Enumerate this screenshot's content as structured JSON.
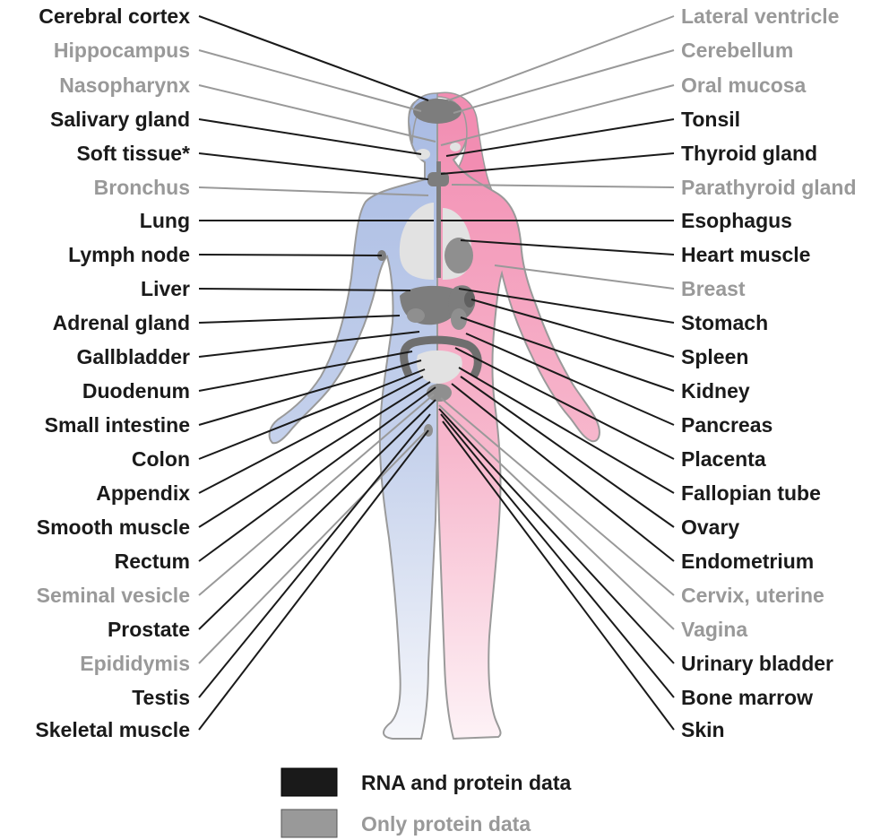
{
  "colors": {
    "rna_and_protein": "#1a1a1a",
    "only_protein": "#999999",
    "male_body": "#b8c6e6",
    "female_body": "#f3a9c2",
    "organ_dark": "#7d7d7d",
    "organ_light": "#e2e2e2"
  },
  "left_labels": [
    {
      "text": "Cerebral cortex",
      "type": "rna"
    },
    {
      "text": "Hippocampus",
      "type": "protein"
    },
    {
      "text": "Nasopharynx",
      "type": "protein"
    },
    {
      "text": "Salivary gland",
      "type": "rna"
    },
    {
      "text": "Soft tissue*",
      "type": "rna"
    },
    {
      "text": "Bronchus",
      "type": "protein"
    },
    {
      "text": "Lung",
      "type": "rna"
    },
    {
      "text": "Lymph node",
      "type": "rna"
    },
    {
      "text": "Liver",
      "type": "rna"
    },
    {
      "text": "Adrenal gland",
      "type": "rna"
    },
    {
      "text": "Gallbladder",
      "type": "rna"
    },
    {
      "text": "Duodenum",
      "type": "rna"
    },
    {
      "text": "Small intestine",
      "type": "rna"
    },
    {
      "text": "Colon",
      "type": "rna"
    },
    {
      "text": "Appendix",
      "type": "rna"
    },
    {
      "text": "Smooth muscle",
      "type": "rna"
    },
    {
      "text": "Rectum",
      "type": "rna"
    },
    {
      "text": "Seminal vesicle",
      "type": "protein"
    },
    {
      "text": "Prostate",
      "type": "rna"
    },
    {
      "text": "Epididymis",
      "type": "protein"
    },
    {
      "text": "Testis",
      "type": "rna"
    },
    {
      "text": "Skeletal muscle",
      "type": "rna"
    }
  ],
  "right_labels": [
    {
      "text": "Lateral ventricle",
      "type": "protein"
    },
    {
      "text": "Cerebellum",
      "type": "protein"
    },
    {
      "text": "Oral mucosa",
      "type": "protein"
    },
    {
      "text": "Tonsil",
      "type": "rna"
    },
    {
      "text": "Thyroid gland",
      "type": "rna"
    },
    {
      "text": "Parathyroid gland",
      "type": "protein"
    },
    {
      "text": "Esophagus",
      "type": "rna"
    },
    {
      "text": "Heart muscle",
      "type": "rna"
    },
    {
      "text": "Breast",
      "type": "protein"
    },
    {
      "text": "Stomach",
      "type": "rna"
    },
    {
      "text": "Spleen",
      "type": "rna"
    },
    {
      "text": "Kidney",
      "type": "rna"
    },
    {
      "text": "Pancreas",
      "type": "rna"
    },
    {
      "text": "Placenta",
      "type": "rna"
    },
    {
      "text": "Fallopian tube",
      "type": "rna"
    },
    {
      "text": "Ovary",
      "type": "rna"
    },
    {
      "text": "Endometrium",
      "type": "rna"
    },
    {
      "text": "Cervix, uterine",
      "type": "protein"
    },
    {
      "text": "Vagina",
      "type": "protein"
    },
    {
      "text": "Urinary bladder",
      "type": "rna"
    },
    {
      "text": "Bone marrow",
      "type": "rna"
    },
    {
      "text": "Skin",
      "type": "rna"
    }
  ],
  "legend": {
    "rna_label": "RNA and protein data",
    "protein_label": "Only protein data"
  }
}
